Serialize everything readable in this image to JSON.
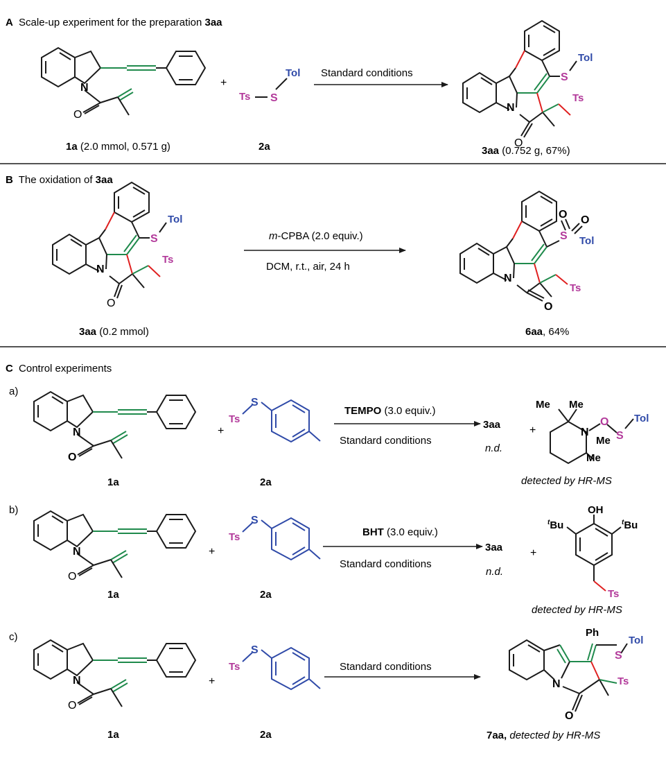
{
  "colors": {
    "ink": "#1a1a1a",
    "green": "#1f8a4c",
    "red": "#e02020",
    "magenta": "#b2399a",
    "blue": "#2f4aa8"
  },
  "sectionA": {
    "letter": "A",
    "title": "Scale-up experiment for the preparation ",
    "title_bold": "3aa",
    "reagent": "Ts",
    "tol": "Tol",
    "s": "S",
    "plus": "+",
    "conditions": "Standard conditions",
    "cap_1a_bold": "1a",
    "cap_1a_rest": " (2.0 mmol, 0.571 g)",
    "cap_2a": "2a",
    "cap_3aa_bold": "3aa",
    "cap_3aa_rest": " (0.752 g, 67%)",
    "n": "N",
    "o": "O"
  },
  "sectionB": {
    "letter": "B",
    "title": "The oxidation of ",
    "title_bold": "3aa",
    "cond_top_italic": "m",
    "cond_top_rest": "-CPBA (2.0 equiv.)",
    "cond_bottom": "DCM, r.t., air, 24 h",
    "cap_left_bold": "3aa",
    "cap_left_rest": " (0.2 mmol)",
    "cap_right_bold": "6aa",
    "cap_right_rest": ", 64%"
  },
  "sectionC": {
    "letter": "C",
    "title": "Control experiments",
    "a": {
      "label": "a)",
      "additive_bold": "TEMPO",
      "additive_rest": " (3.0 equiv.)",
      "standard": "Standard conditions",
      "product": "3aa",
      "nd": "n.d.",
      "detected": "detected by HR-MS",
      "me": "Me",
      "cap_1a": "1a",
      "cap_2a": "2a"
    },
    "b": {
      "label": "b)",
      "additive_bold": "BHT",
      "additive_rest": " (3.0 equiv.)",
      "standard": "Standard conditions",
      "product": "3aa",
      "nd": "n.d.",
      "detected": "detected by HR-MS",
      "oh": "OH",
      "tbu": "Bu",
      "t": "t",
      "cap_1a": "1a",
      "cap_2a": "2a"
    },
    "c": {
      "label": "c)",
      "standard": "Standard conditions",
      "product_bold": "7aa,",
      "detected": " detected by HR-MS",
      "ph": "Ph",
      "cap_1a": "1a",
      "cap_2a": "2a"
    }
  }
}
